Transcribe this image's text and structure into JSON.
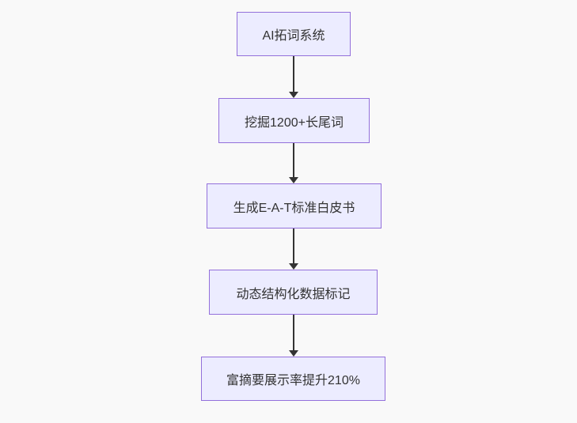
{
  "diagram": {
    "type": "flowchart",
    "direction": "top-down",
    "nodes": [
      {
        "id": "n1",
        "label": "AI拓词系统"
      },
      {
        "id": "n2",
        "label": "挖掘1200+长尾词"
      },
      {
        "id": "n3",
        "label": "生成E-A-T标准白皮书"
      },
      {
        "id": "n4",
        "label": "动态结构化数据标记"
      },
      {
        "id": "n5",
        "label": "富摘要展示率提升210%"
      }
    ],
    "edges": [
      {
        "from": "n1",
        "to": "n2"
      },
      {
        "from": "n2",
        "to": "n3"
      },
      {
        "from": "n3",
        "to": "n4"
      },
      {
        "from": "n4",
        "to": "n5"
      }
    ],
    "colors": {
      "node_fill": "#ECECFF",
      "node_border": "#9370DB",
      "node_text": "#333333",
      "arrow": "#333333",
      "background": "#f9f9f9"
    }
  }
}
